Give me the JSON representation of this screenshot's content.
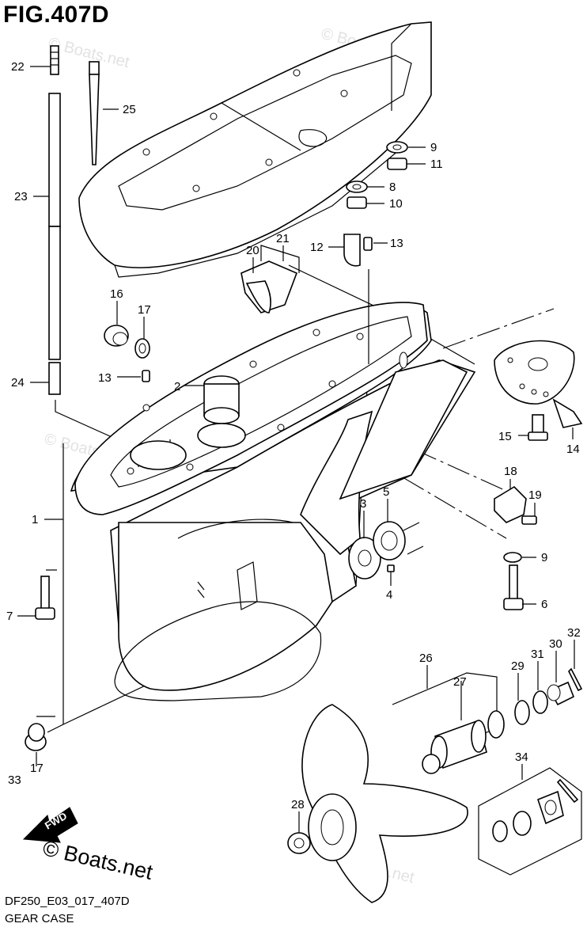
{
  "figure": {
    "title": "FIG.407D",
    "code": "DF250_E03_017_407D",
    "caption": "GEAR CASE",
    "copyright": "© Boats.net",
    "watermark": "© Boats.net",
    "fwd_label": "FWD"
  },
  "callouts": [
    {
      "id": "callout-22",
      "label": "22"
    },
    {
      "id": "callout-25",
      "label": "25"
    },
    {
      "id": "callout-23",
      "label": "23"
    },
    {
      "id": "callout-24",
      "label": "24"
    },
    {
      "id": "callout-16",
      "label": "16"
    },
    {
      "id": "callout-17a",
      "label": "17"
    },
    {
      "id": "callout-13a",
      "label": "13"
    },
    {
      "id": "callout-2",
      "label": "2"
    },
    {
      "id": "callout-20",
      "label": "20"
    },
    {
      "id": "callout-21",
      "label": "21"
    },
    {
      "id": "callout-12",
      "label": "12"
    },
    {
      "id": "callout-13b",
      "label": "13"
    },
    {
      "id": "callout-9a",
      "label": "9"
    },
    {
      "id": "callout-11",
      "label": "11"
    },
    {
      "id": "callout-8",
      "label": "8"
    },
    {
      "id": "callout-10",
      "label": "10"
    },
    {
      "id": "callout-14",
      "label": "14"
    },
    {
      "id": "callout-15",
      "label": "15"
    },
    {
      "id": "callout-18",
      "label": "18"
    },
    {
      "id": "callout-19",
      "label": "19"
    },
    {
      "id": "callout-1",
      "label": "1"
    },
    {
      "id": "callout-3",
      "label": "3"
    },
    {
      "id": "callout-5",
      "label": "5"
    },
    {
      "id": "callout-4",
      "label": "4"
    },
    {
      "id": "callout-9b",
      "label": "9"
    },
    {
      "id": "callout-6",
      "label": "6"
    },
    {
      "id": "callout-7",
      "label": "7"
    },
    {
      "id": "callout-32",
      "label": "32"
    },
    {
      "id": "callout-30",
      "label": "30"
    },
    {
      "id": "callout-31",
      "label": "31"
    },
    {
      "id": "callout-29",
      "label": "29"
    },
    {
      "id": "callout-26",
      "label": "26"
    },
    {
      "id": "callout-27",
      "label": "27"
    },
    {
      "id": "callout-34",
      "label": "34"
    },
    {
      "id": "callout-28",
      "label": "28"
    },
    {
      "id": "callout-33",
      "label": "33"
    },
    {
      "id": "callout-17b",
      "label": "17"
    }
  ]
}
